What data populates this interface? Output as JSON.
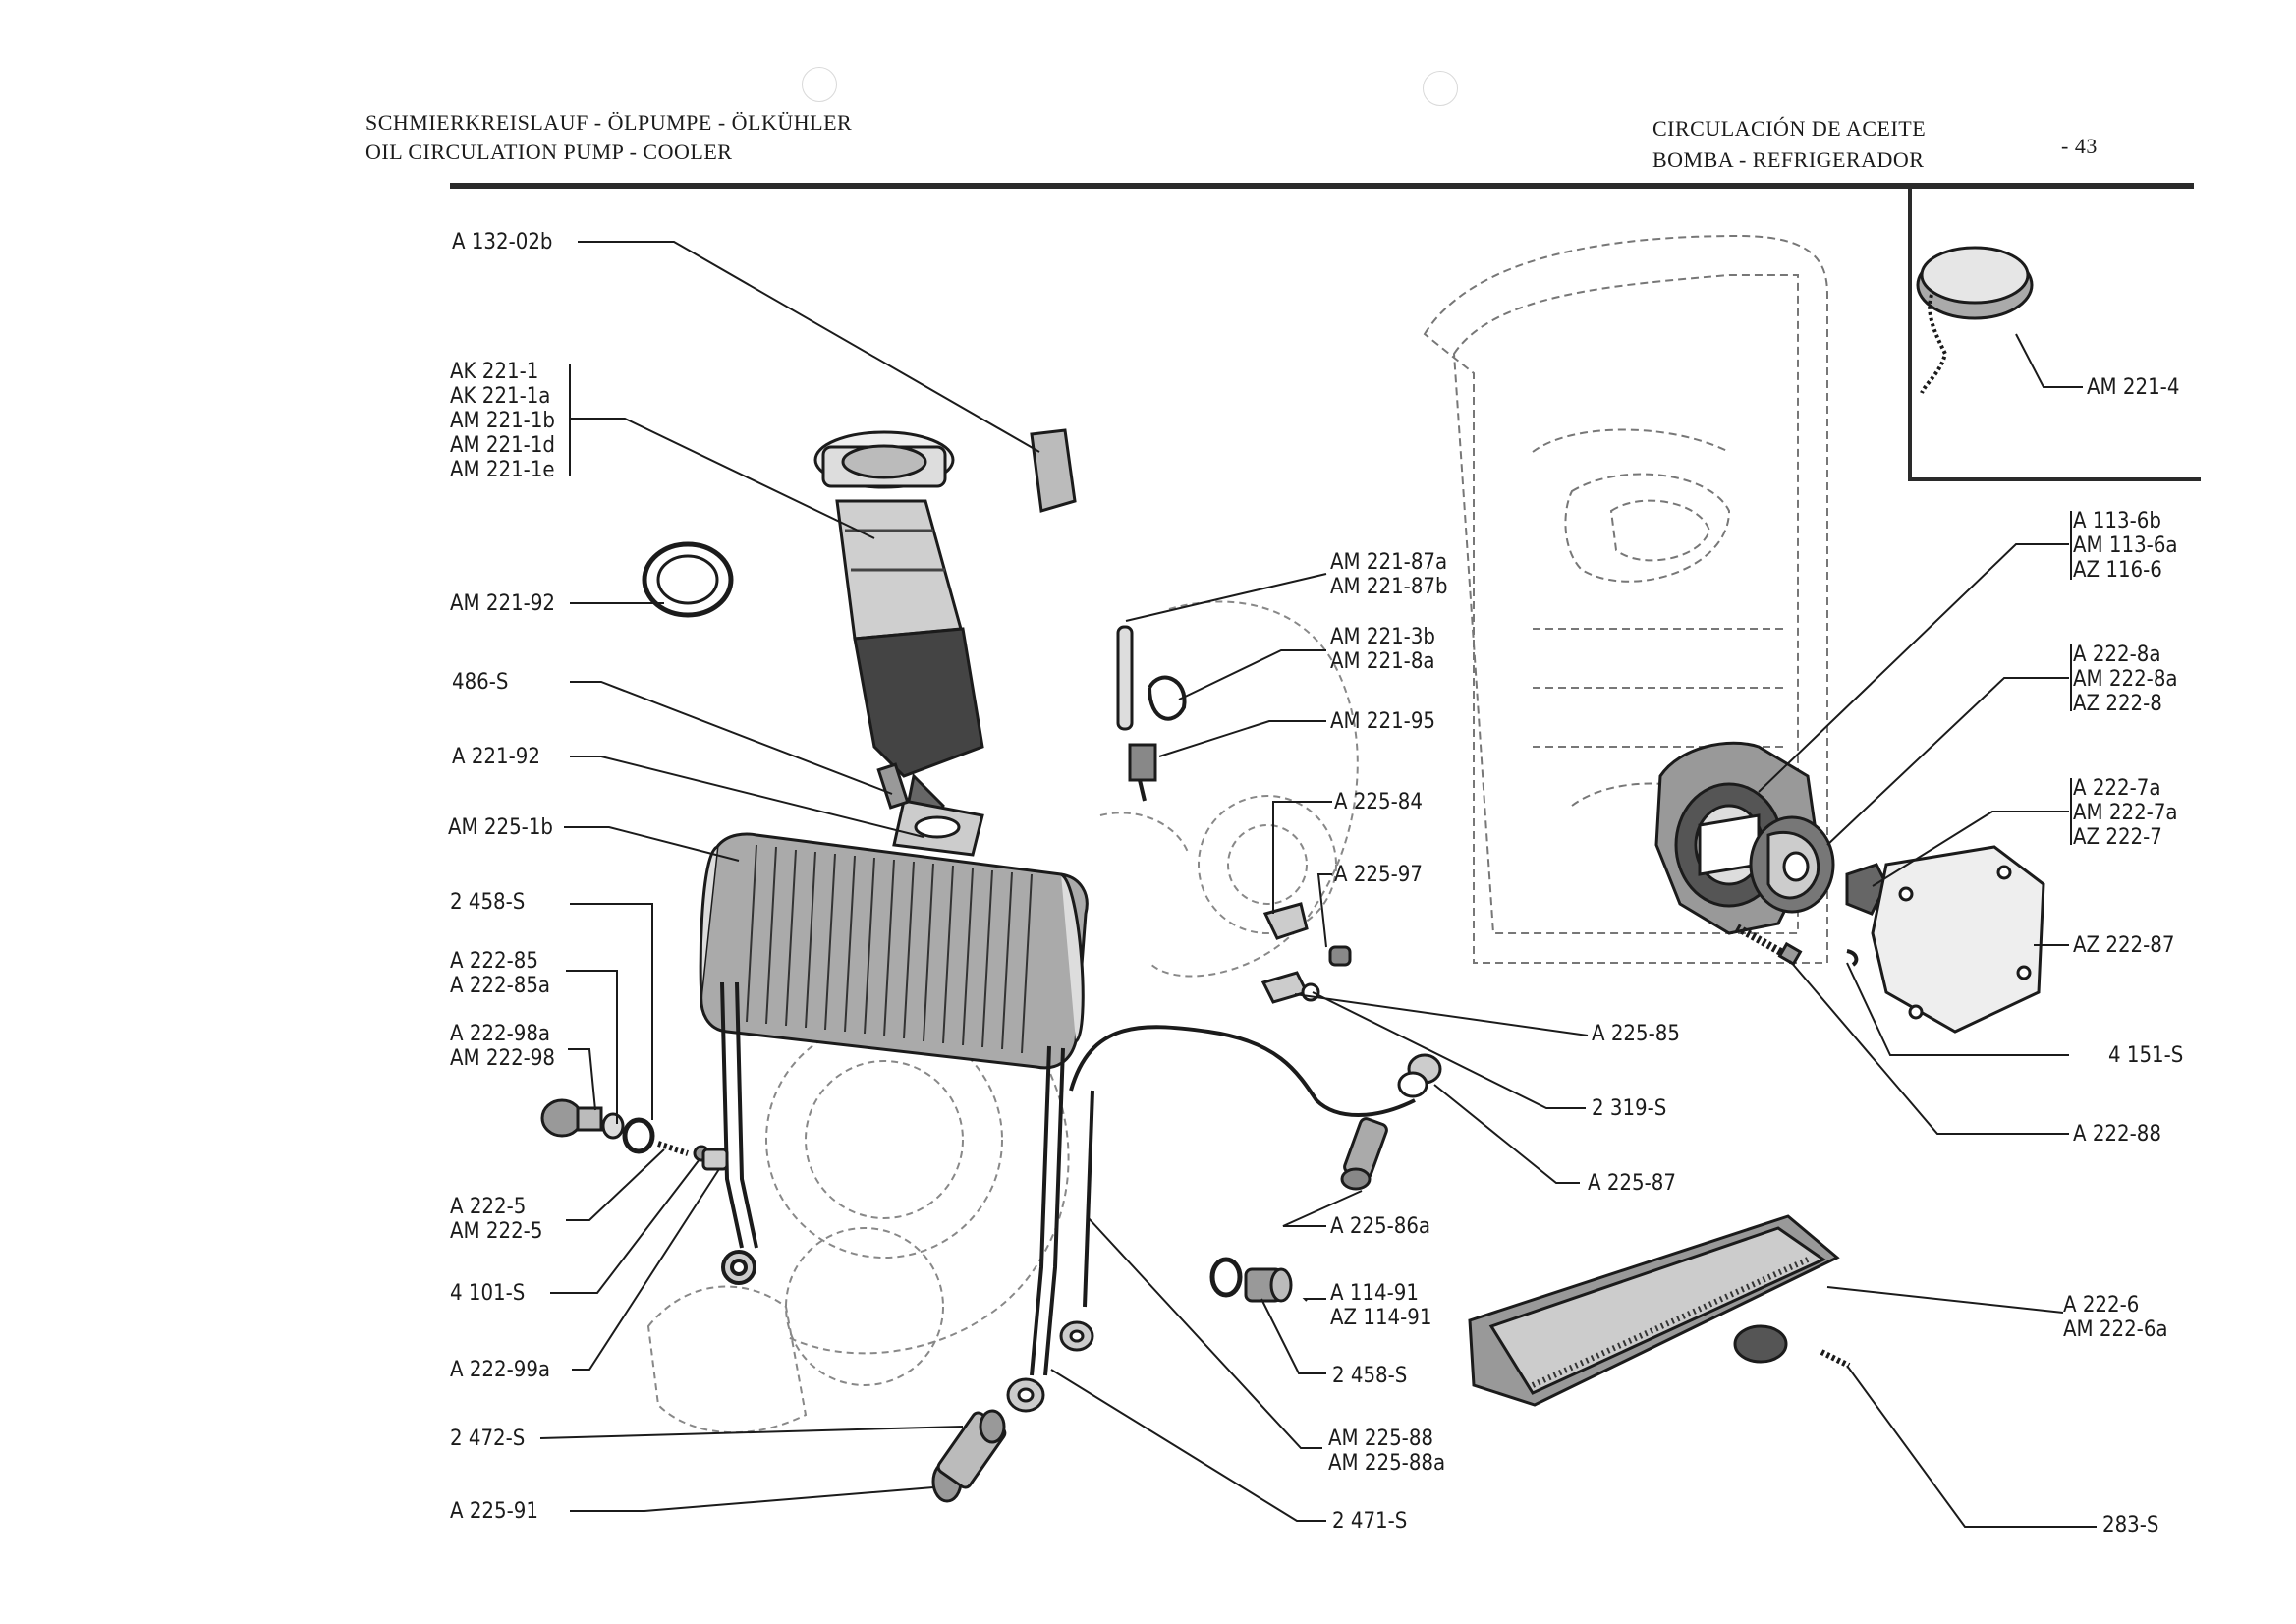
{
  "header": {
    "left_line1": "SCHMIERKREISLAUF - ÖLPUMPE - ÖLKÜHLER",
    "left_line2": "OIL CIRCULATION PUMP - COOLER",
    "right_line1": "CIRCULACIÓN DE ACEITE",
    "right_line2": "BOMBA - REFRIGERADOR",
    "page_number": "- 43"
  },
  "labels": {
    "l_132_02b": "A  132-02b",
    "l_ak221": [
      "AK 221-1",
      "AK 221-1a",
      "AM 221-1b",
      "AM 221-1d",
      "AM 221-1e"
    ],
    "l_221_92": "AM 221-92",
    "l_486s": "486-S",
    "l_a221_92": "A  221-92",
    "l_225_1b": "AM 225-1b",
    "l_2458s_top": "2 458-S",
    "l_222_85": [
      "A  222-85",
      "A  222-85a"
    ],
    "l_222_98": [
      "A  222-98a",
      "AM 222-98"
    ],
    "l_222_5": [
      "A  222-5",
      "AM 222-5"
    ],
    "l_4101s": "4 101-S",
    "l_222_99a": "A  222-99a",
    "l_2472s": "2 472-S",
    "l_225_91": "A  225-91",
    "l_221_87": [
      "AM 221-87a",
      "AM 221-87b"
    ],
    "l_221_3b": [
      "AM 221-3b",
      "AM 221-8a"
    ],
    "l_221_95": "AM 221-95",
    "l_225_84": "A  225-84",
    "l_225_97": "A  225-97",
    "l_225_85": "A  225-85",
    "l_2319s": "2 319-S",
    "l_225_87": "A  225-87",
    "l_225_86a": "A  225-86a",
    "l_114_91": [
      "A  114-91",
      "AZ  114-91"
    ],
    "l_2458s_bot": "2 458-S",
    "l_225_88": [
      "AM 225-88",
      "AM 225-88a"
    ],
    "l_2471s": "2 471-S",
    "l_221_4": "AM 221-4",
    "l_113_6": [
      "A   113-6b",
      "AM 113-6a",
      "AZ  116-6"
    ],
    "l_222_8": [
      "A   222-8a",
      "AM 222-8a",
      "AZ  222-8"
    ],
    "l_222_7": [
      "A   222-7a",
      "AM 222-7a",
      "AZ  222-7"
    ],
    "l_222_87": "AZ 222-87",
    "l_4151s": "4 151-S",
    "l_222_88": "A 222-88",
    "l_222_6": [
      "A  222-6",
      "AM 222-6a"
    ],
    "l_283s": "283-S"
  }
}
